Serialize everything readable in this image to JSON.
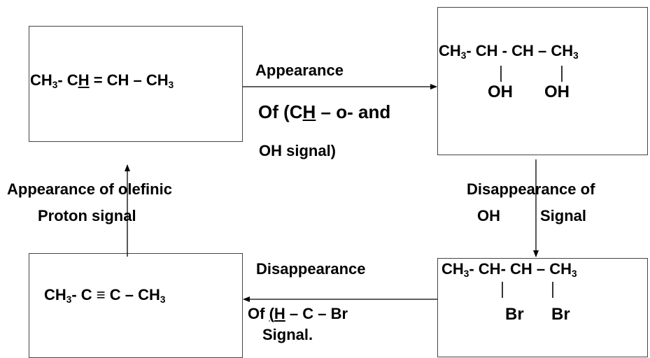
{
  "compound_alkene": {
    "a": "CH",
    "sub_a": "3",
    "b": "- C",
    "b_u": "H",
    "c": " = CH – CH",
    "sub_c": "3"
  },
  "compound_diol": {
    "line1": {
      "a": "CH",
      "sub_a": "3",
      "b": "- CH -  CH – CH",
      "sub_b": "3"
    },
    "oh1": "OH",
    "oh2": "OH"
  },
  "compound_dibromide": {
    "line1": {
      "a": "CH",
      "sub_a": "3",
      "b": "- CH- CH – CH",
      "sub_b": "3"
    },
    "br1": "Br",
    "br2": "Br"
  },
  "compound_alkyne": {
    "a": "CH",
    "sub_a": "3",
    "b": "- C ≡ C – CH",
    "sub_b": "3"
  },
  "label_top": {
    "line1": "Appearance",
    "line2_a": "Of (C",
    "line2_u": "H",
    "line2_b": " – o- and",
    "line3": "OH signal)"
  },
  "label_right": {
    "line1": "Disappearance of",
    "line2_a": "OH",
    "line2_b": "Signal"
  },
  "label_bottom": {
    "line1": "Disappearance",
    "line2_a": "Of ",
    "line2_paren": "(",
    "line2_u": "H",
    "line2_b": " – C – Br",
    "line3": "Signal."
  },
  "label_left": {
    "line1": "Appearance of olefinic",
    "line2": "Proton signal"
  }
}
